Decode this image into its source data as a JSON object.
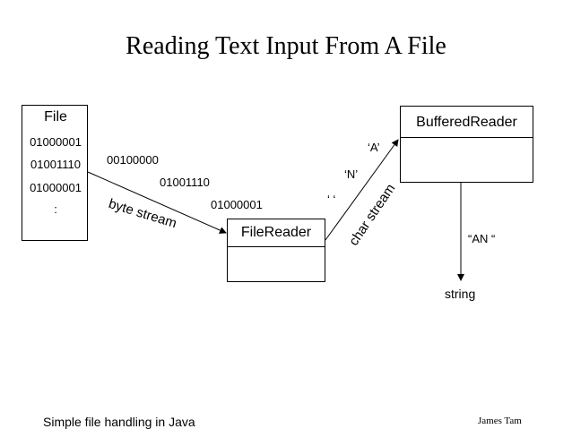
{
  "title": "Reading Text Input From A File",
  "file_box": {
    "title": "File",
    "lines": [
      "01000001",
      "01001110",
      "01000001",
      ":"
    ]
  },
  "byte_stream": {
    "label": "byte stream",
    "bytes": [
      "00100000",
      "01001110",
      "01000001"
    ]
  },
  "filereader": {
    "label": "FileReader"
  },
  "char_stream": {
    "label": "char stream",
    "chars": [
      "‘A’",
      "‘N’",
      "‘ ‘"
    ]
  },
  "bufferedreader": {
    "label": "BufferedReader"
  },
  "output": {
    "value": "“AN “",
    "type_label": "string"
  },
  "footer": {
    "left": "Simple file handling in Java",
    "right": "James Tam"
  }
}
